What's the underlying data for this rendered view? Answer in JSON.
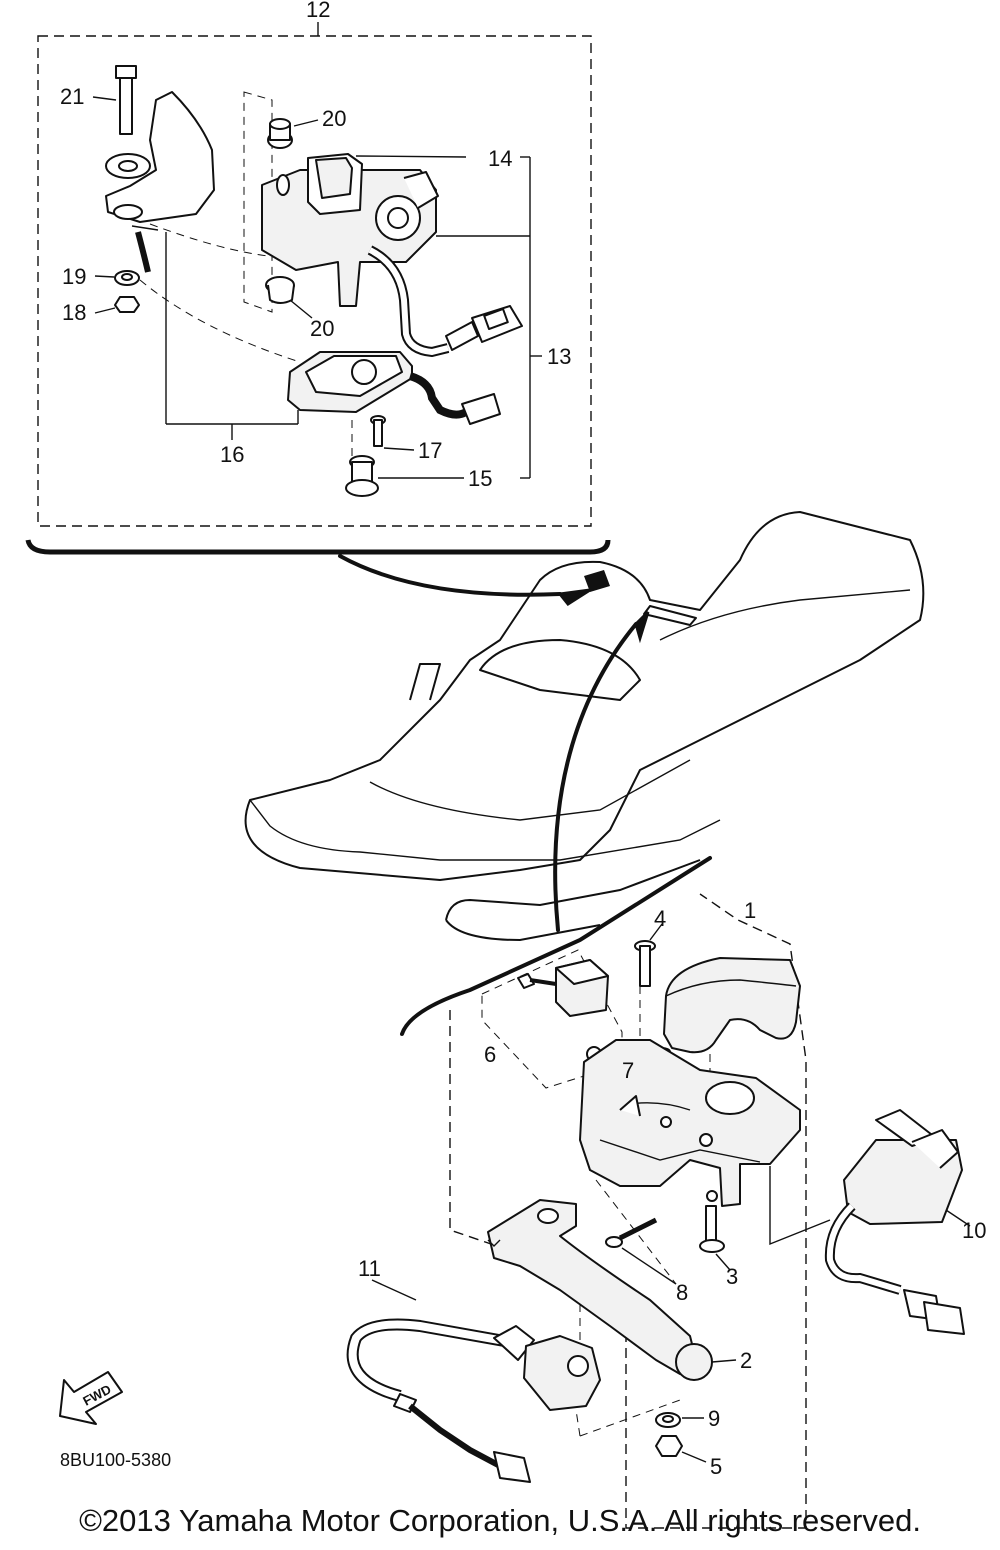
{
  "diagram_code": "8BU100-5380",
  "fwd_label": "FWD",
  "copyright": "©2013 Yamaha Motor Corporation, U.S.A. All rights reserved.",
  "callouts": {
    "c1": "1",
    "c2": "2",
    "c3": "3",
    "c4": "4",
    "c5": "5",
    "c6": "6",
    "c7": "7",
    "c8": "8",
    "c9": "9",
    "c10": "10",
    "c11": "11",
    "c12": "12",
    "c13": "13",
    "c14": "14",
    "c15": "15",
    "c16": "16",
    "c17": "17",
    "c18": "18",
    "c19": "19",
    "c20a": "20",
    "c20b": "20",
    "c21": "21"
  }
}
